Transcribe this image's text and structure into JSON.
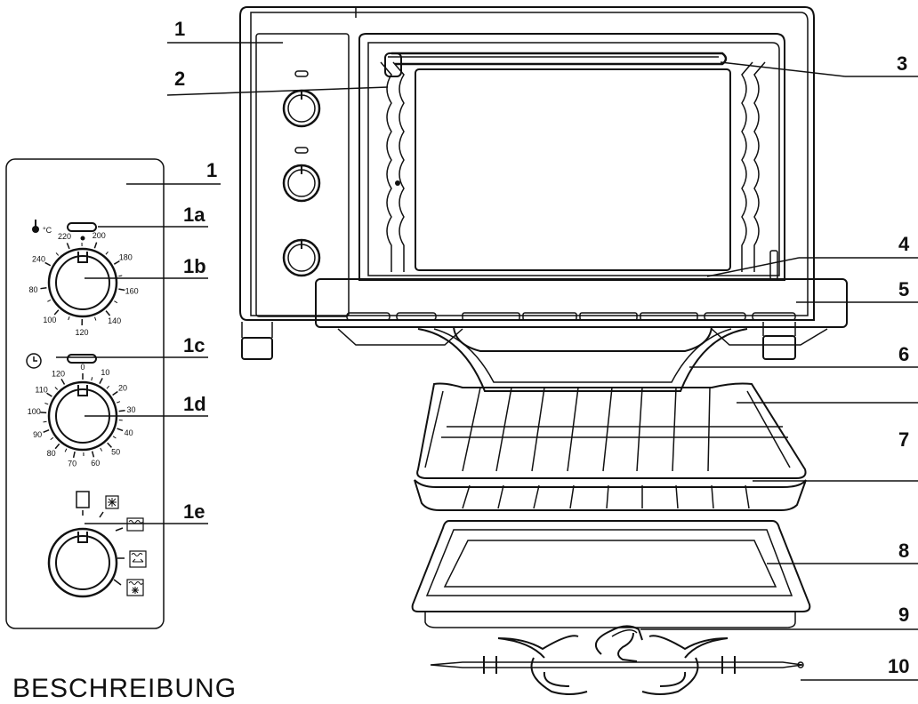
{
  "heading": "BESCHREIBUNG",
  "callouts": {
    "c1_top": "1",
    "c2": "2",
    "c3": "3",
    "c1_panel": "1",
    "c1a": "1a",
    "c1b": "1b",
    "c1c": "1c",
    "c1d": "1d",
    "c1e": "1e",
    "c4": "4",
    "c5": "5",
    "c6": "6",
    "c7": "7",
    "c8": "8",
    "c9": "9",
    "c10": "10"
  },
  "temperature_dial": {
    "unit": "°C",
    "ticks": [
      "240",
      "220",
      "200",
      "180",
      "160",
      "140",
      "120",
      "100",
      "80"
    ]
  },
  "timer_dial": {
    "ticks": [
      "0",
      "10",
      "20",
      "30",
      "40",
      "50",
      "60",
      "70",
      "80",
      "90",
      "100",
      "110",
      "120"
    ]
  },
  "function_dial": {
    "icons": [
      "off-square-icon",
      "fan-icon",
      "top-heat-icon",
      "top-bottom-heat-icon",
      "top-bottom-fan-icon"
    ]
  }
}
